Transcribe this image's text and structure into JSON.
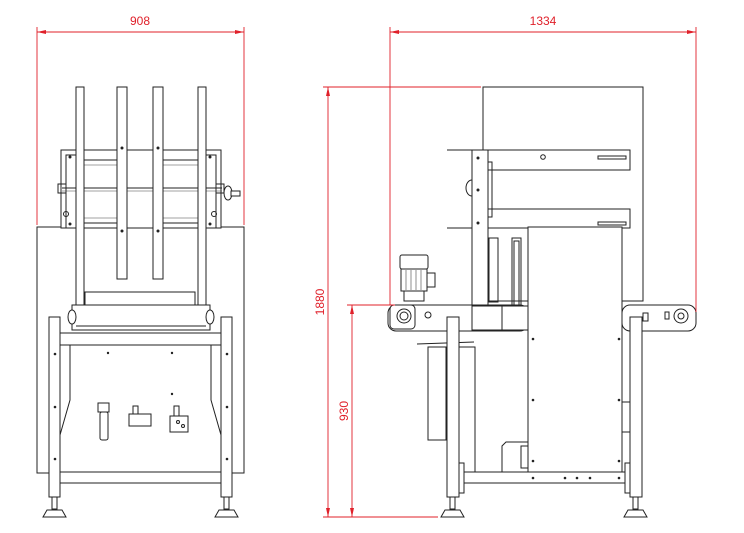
{
  "drawing": {
    "views": [
      "front-view",
      "side-view"
    ],
    "dimensions": {
      "front_width": "908",
      "side_length": "1334",
      "overall_height": "1880",
      "conveyor_height": "930"
    },
    "dimension_color": "#e0202a",
    "line_color": "#222222"
  }
}
